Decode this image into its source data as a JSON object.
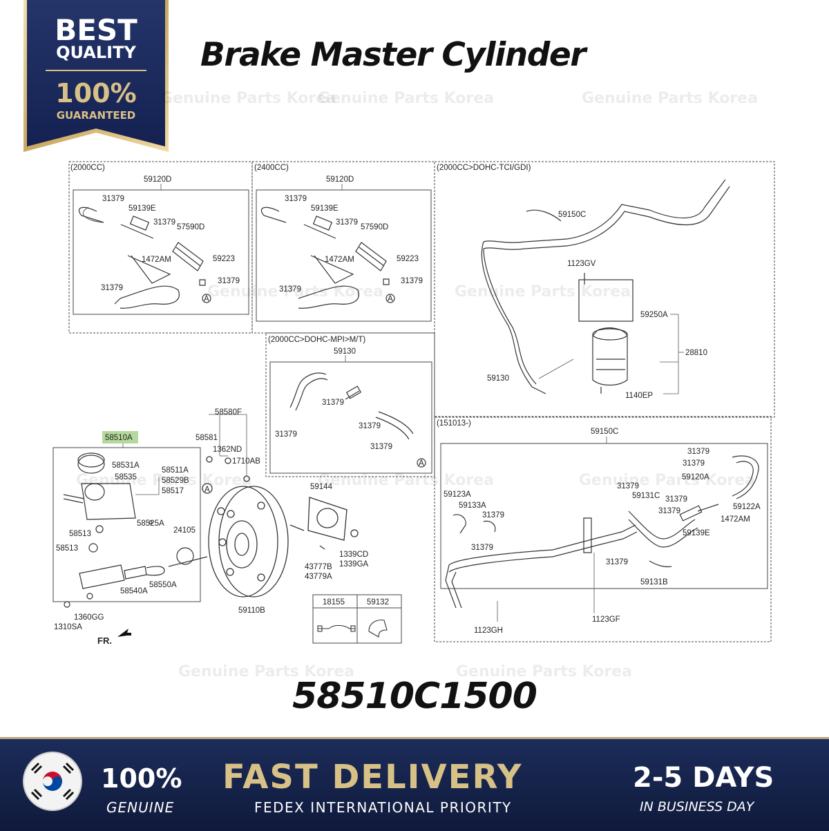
{
  "badge": {
    "line1": "BEST",
    "line2": "QUALITY",
    "line3": "100%",
    "line4": "GUARANTEED"
  },
  "title": "Brake Master Cylinder",
  "watermark": "Genuine Parts Korea",
  "part_number": "58510C1500",
  "colors": {
    "navy": "#1c2c5a",
    "gold": "#d8c187",
    "highlight": "#b5d99c"
  },
  "diagram": {
    "sec_2000": "(2000CC)",
    "sec_2400": "(2400CC)",
    "sec_tci": "(2000CC>DOHC-TCI/GDI)",
    "sec_mpi": "(2000CC>DOHC-MPI>M/T)",
    "sec_151013": "(151013-)",
    "labels": {
      "p59120D": "59120D",
      "p31379": "31379",
      "p59139E": "59139E",
      "p57590D": "57590D",
      "p1472AM": "1472AM",
      "p59223": "59223",
      "pA": "A",
      "p59130": "59130",
      "p59150C": "59150C",
      "p1123GV": "1123GV",
      "p59250A": "59250A",
      "p28810": "28810",
      "p1140EP": "1140EP",
      "p58510A": "58510A",
      "p58531A": "58531A",
      "p58535": "58535",
      "p58511A": "58511A",
      "p58529B": "58529B",
      "p58517": "58517",
      "p58525A": "58525A",
      "p58513": "58513",
      "p58540A": "58540A",
      "p58550A": "58550A",
      "p24105": "24105",
      "p1360GG": "1360GG",
      "p1310SA": "1310SA",
      "pFR": "FR.",
      "p58580F": "58580F",
      "p58581": "58581",
      "p1362ND": "1362ND",
      "p1710AB": "1710AB",
      "p59110B": "59110B",
      "p59144": "59144",
      "p43777B": "43777B",
      "p43779A": "43779A",
      "p1339CD": "1339CD",
      "p1339GA": "1339GA",
      "p18155": "18155",
      "p59132": "59132",
      "p59123A": "59123A",
      "p59133A": "59133A",
      "p59131C": "59131C",
      "p59120A": "59120A",
      "p59122A": "59122A",
      "p59131B": "59131B",
      "p1123GF": "1123GF",
      "p1123GH": "1123GH"
    }
  },
  "footer": {
    "genuine_big": "100%",
    "genuine_small": "GENUINE",
    "delivery_big": "FAST DELIVERY",
    "delivery_small": "FEDEX INTERNATIONAL PRIORITY",
    "days_big": "2-5 DAYS",
    "days_small": "IN BUSINESS DAY"
  }
}
